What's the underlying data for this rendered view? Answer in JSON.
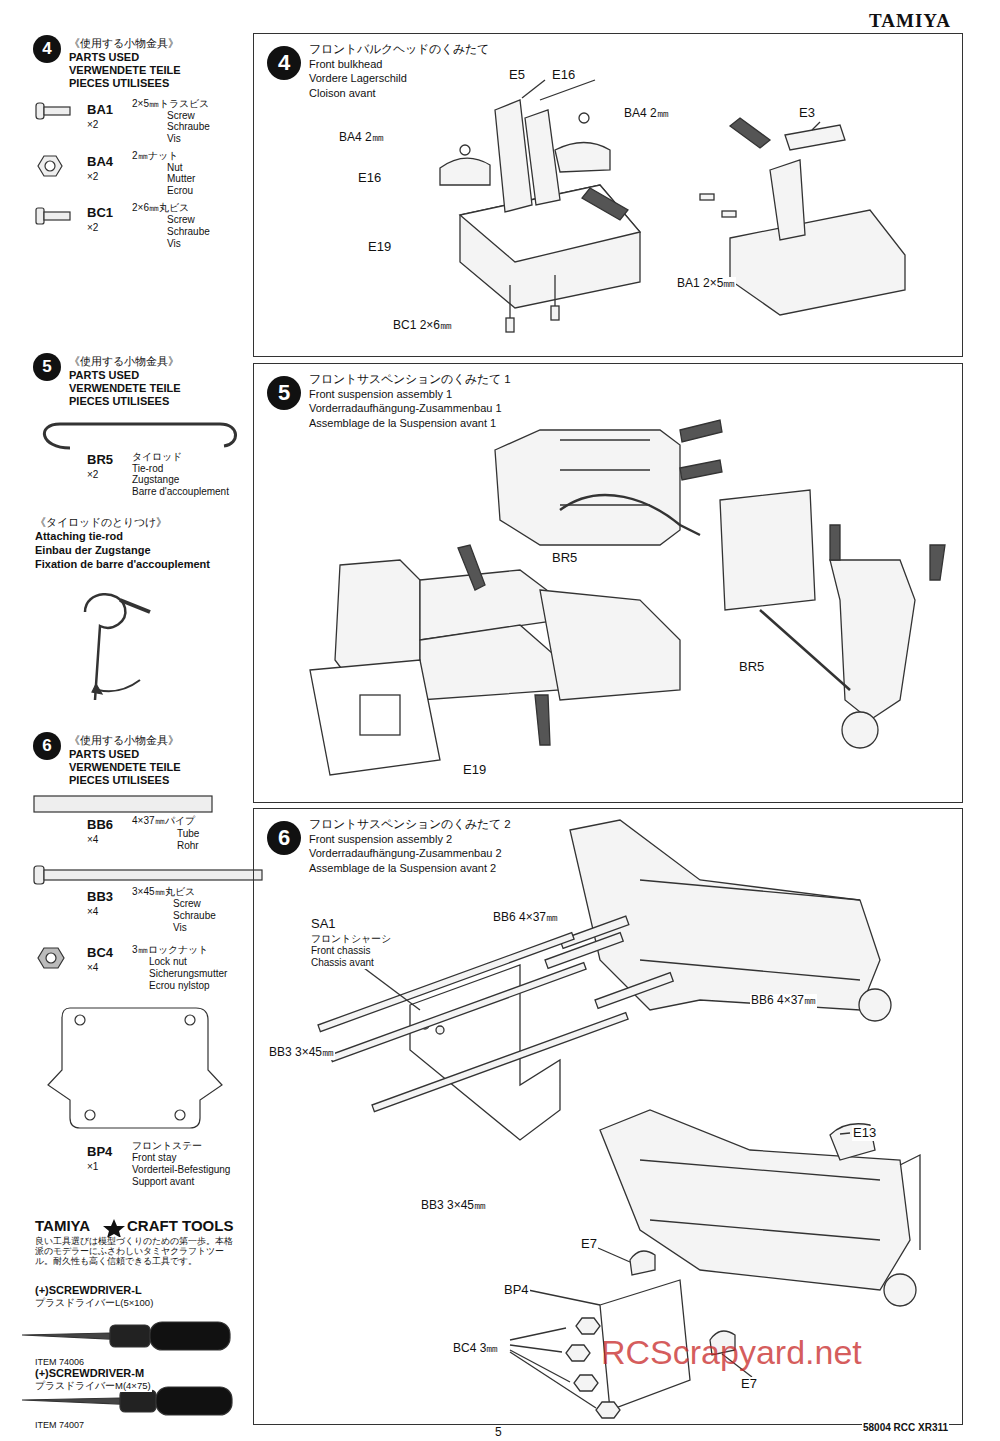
{
  "diagram": {
    "nodes": [
      {
        "text": [
          "フロントバルクヘッドのくみたて",
          "Front bulkhead",
          "Vordere Lagerschild",
          "Cloison avant"
        ]
      },
      {
        "text": [
          "4"
        ],
        "in": 0
      },
      {
        "text": [
          "フロントサスペンションのくみたて 1",
          "Front suspension assembly 1",
          "Vorderradaufhängung-Zusammenbau 1",
          "Assemblage de la Suspension avant 1"
        ]
      },
      {
        "text": [
          "5"
        ],
        "in": 2
      },
      {
        "text": [
          "フロントサスペンションのくみたて 2",
          "Front suspension assembly 2",
          "Vorderradaufhängung-Zusammenbau 2",
          "Assemblage de la Suspension avant 2"
        ]
      },
      {
        "text": [
          "6"
        ],
        "in": 4
      },
      {
        "text": [
          "4"
        ]
      },
      {
        "text": [
          "5"
        ]
      },
      {
        "text": [
          "6"
        ]
      }
    ],
    "labels": [
      "TAMIYA",
      "《使用する小物金具》",
      "PARTS USED",
      "VERWENDETE TEILE",
      "PIECES UTILISEES",
      "BA1",
      "×2",
      "2×5㎜トラスビス",
      "Screw",
      "Schraube",
      "Vis",
      "BA4",
      "×2",
      "2㎜ナット",
      "Nut",
      "Mutter",
      "Ecrou",
      "BC1",
      "×2",
      "2×6㎜丸ビス",
      "Screw",
      "Schraube",
      "Vis",
      "《使用する小物金具》",
      "PARTS USED",
      "VERWENDETE TEILE",
      "PIECES UTILISEES",
      "BR5",
      "×2",
      "タイロッド",
      "Tie-rod",
      "Zugstange",
      "Barre d'accouplement",
      "《タイロッドのとりつけ》",
      "Attaching tie-rod",
      "Einbau der Zugstange",
      "Fixation de barre d'accouplement",
      "《使用する小物金具》",
      "PARTS USED",
      "VERWENDETE TEILE",
      "PIECES UTILISEES",
      "BB6",
      "×4",
      "4×37㎜パイプ",
      "Tube",
      "Rohr",
      "BB3",
      "×4",
      "3×45㎜丸ビス",
      "Screw",
      "Schraube",
      "Vis",
      "BC4",
      "×4",
      "3㎜ロックナット",
      "Lock nut",
      "Sicherungsmutter",
      "Ecrou nylstop",
      "BP4",
      "×1",
      "フロントステー",
      "Front stay",
      "Vorderteil-Befestigung",
      "Support avant",
      "TAMIYA",
      "CRAFT TOOLS",
      "良い工具選びは模型づくりのための第一歩。本格派のモデラーにふさわしいタミヤクラフトツール。耐久性も高く信頼できる工具です。",
      "(+)SCREWDRIVER-L",
      "プラスドライバーL(5×100)",
      "ITEM 74006",
      "(+)SCREWDRIVER-M",
      "プラスドライバーM(4×75)",
      "ITEM 74007",
      "E5",
      "E16",
      "BA4 2㎜",
      "BA4 2㎜",
      "E16",
      "E19",
      "BC1 2×6㎜",
      "E3",
      "BA1 2×5㎜",
      "BR5",
      "BR5",
      "E19",
      "SA1",
      "フロントシャーシ",
      "Front chassis",
      "Chassis avant",
      "BB6 4×37㎜",
      "BB6 4×37㎜",
      "BB3 3×45㎜",
      "BB3 3×45㎜",
      "E13",
      "E7",
      "BP4",
      "BC4 3㎜",
      "E7",
      "5",
      "58004 RCC XR311",
      "RCScrapyard.net"
    ]
  }
}
